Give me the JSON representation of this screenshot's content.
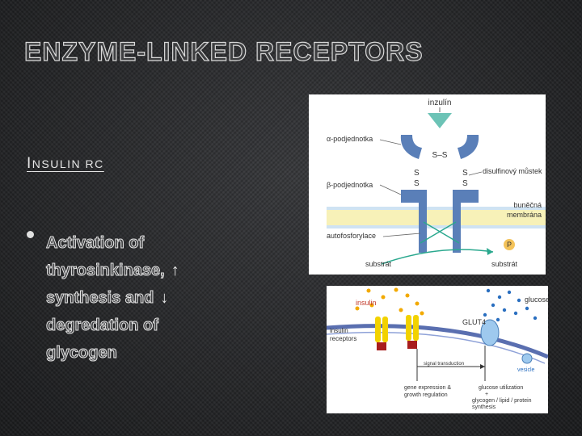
{
  "slide": {
    "title": "ENZYME-LINKED RECEPTORS",
    "subtitle_first": "I",
    "subtitle_rest": "NSULIN RC",
    "bullet_lines": [
      "Activation of",
      "thyrosinkinase,",
      "synthesis and",
      "degredation of",
      "glycogen"
    ],
    "up_arrow": "↑",
    "down_arrow": "↓"
  },
  "figure_top": {
    "insulin": "inzulín",
    "alpha_subunit": "α-podjednotka",
    "ss_bond": "S–S",
    "s": "S",
    "beta_subunit": "β-podjednotka",
    "disulfide_bridge": "disulfinový můstek",
    "membrane_line1": "buněčná",
    "membrane_line2": "membrána",
    "autophosphorylation": "autofosforylace",
    "p": "P",
    "substrate_left": "substrát",
    "substrate_right": "substrát"
  },
  "figure_bottom": {
    "insulin": "insulin",
    "glucose": "glucose",
    "glut4": "GLUT4",
    "receptors_line1": "insulin",
    "receptors_line2": "receptors",
    "vesicle": "vesicle",
    "signal_transduction": "signal transduction",
    "gene_line1": "gene expression &",
    "gene_line2": "growth regulation",
    "glucose_util": "glucose utilization",
    "plus": "+",
    "glycogen_line1": "glycogen / lipid / protein",
    "glycogen_line2": "synthesis",
    "colors": {
      "insulin_dot": "#f2a900",
      "glucose_dot": "#2a6fc0",
      "receptor": "#f2d200",
      "glut4": "#9ec9ee",
      "membrane": "#5a6fb0"
    }
  }
}
